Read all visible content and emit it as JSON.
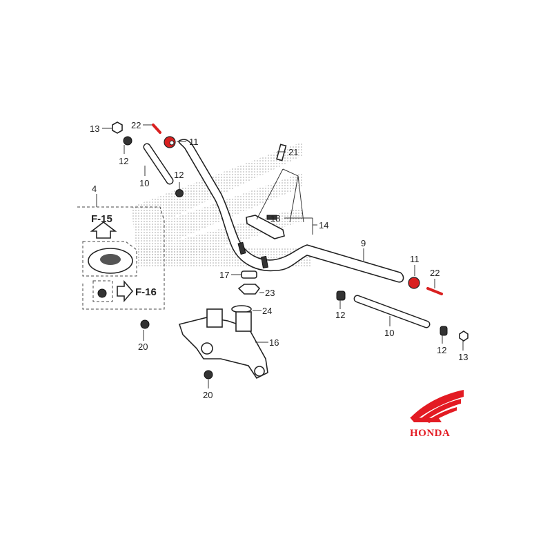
{
  "diagram": {
    "title": "Handlebar assembly parts diagram",
    "brand": "HONDA",
    "colors": {
      "highlight": "#d92020",
      "brand": "#e31b23",
      "line": "#222222"
    },
    "refs": {
      "f15": "F-15",
      "f16": "F-16"
    },
    "callouts": {
      "c13a": "13",
      "c22a": "22",
      "c11a": "11",
      "c12a": "12",
      "c10a": "10",
      "c12b": "12",
      "c21": "21",
      "c4": "4",
      "c18": "18",
      "c14": "14",
      "c9": "9",
      "c11b": "11",
      "c22b": "22",
      "c17": "17",
      "c23": "23",
      "c24": "24",
      "c12c": "12",
      "c16": "16",
      "c10b": "10",
      "c20a": "20",
      "c12d": "12",
      "c13b": "13",
      "c20b": "20"
    }
  }
}
